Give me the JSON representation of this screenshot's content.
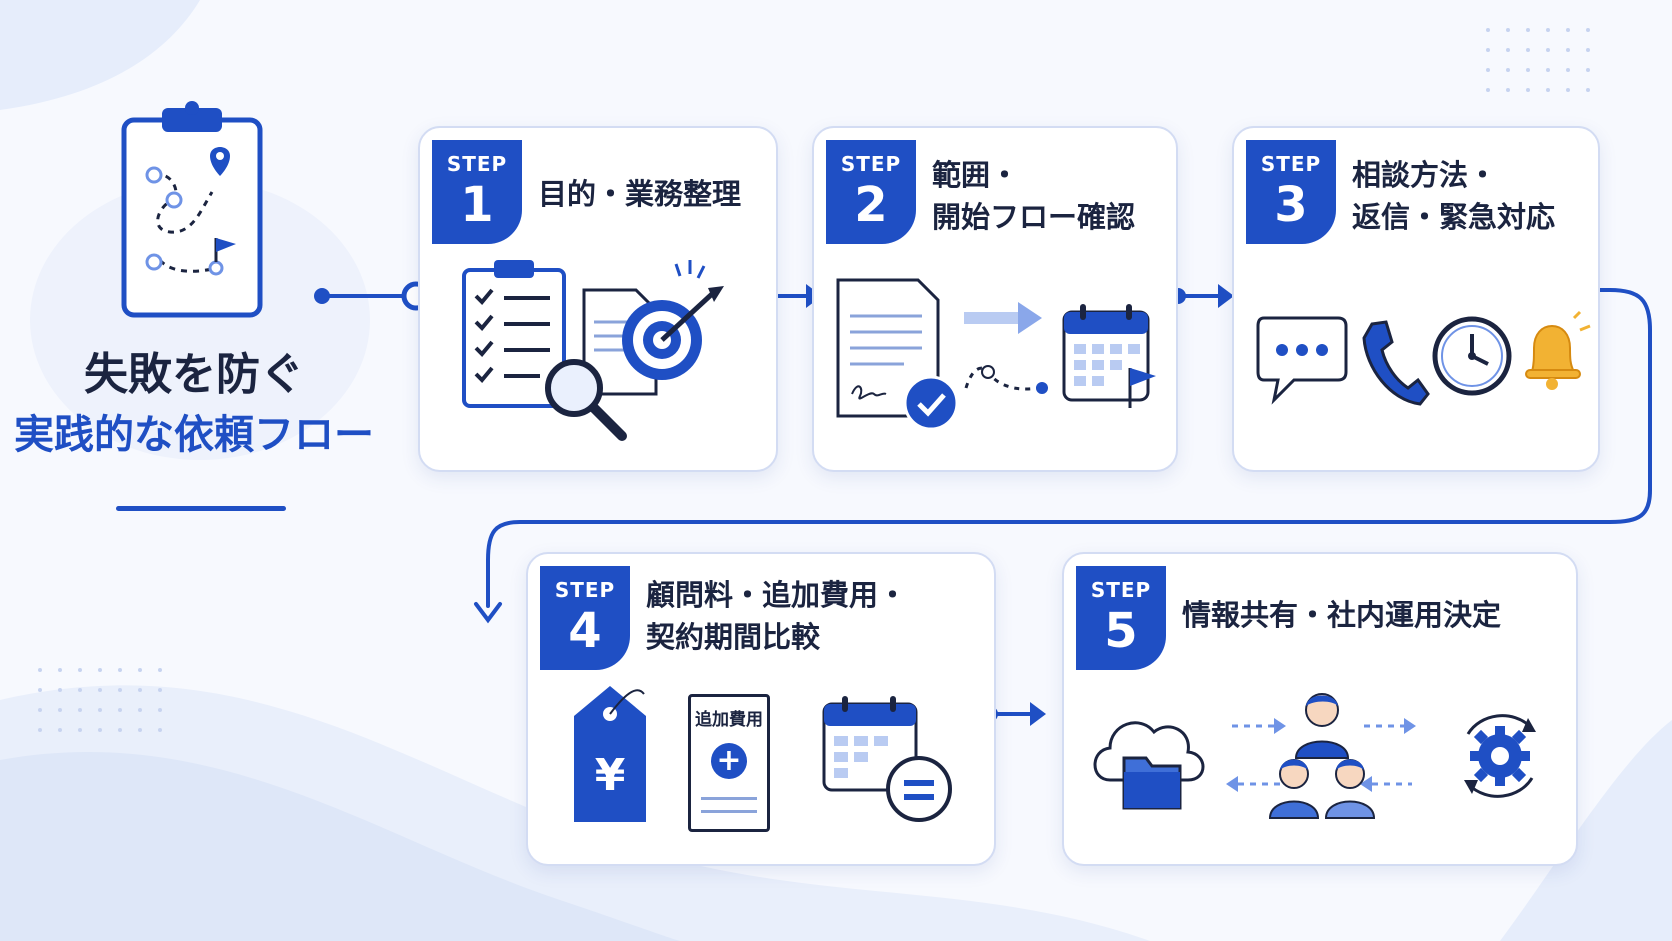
{
  "main_title": {
    "line1": "失敗を防ぐ",
    "line2": "実践的な依頼フロー"
  },
  "colors": {
    "accent": "#1f4fc4",
    "accent_light": "#6f93e6",
    "text": "#1b2440",
    "bell": "#f2b233",
    "bg": "#f7f9fe"
  },
  "steps": [
    {
      "label": "STEP",
      "number": "1",
      "title_lines": [
        "目的・業務整理"
      ],
      "icons": [
        "checklist-clipboard-icon",
        "document-icon",
        "magnifier-icon",
        "target-icon"
      ]
    },
    {
      "label": "STEP",
      "number": "2",
      "title_lines": [
        "範囲・",
        "開始フロー確認"
      ],
      "icons": [
        "signed-contract-icon",
        "check-icon",
        "arrow-icon",
        "calendar-icon",
        "flag-icon"
      ]
    },
    {
      "label": "STEP",
      "number": "3",
      "title_lines": [
        "相談方法・",
        "返信・緊急対応"
      ],
      "icons": [
        "chat-bubble-icon",
        "phone-icon",
        "clock-icon",
        "bell-icon"
      ]
    },
    {
      "label": "STEP",
      "number": "4",
      "title_lines": [
        "顧問料・追加費用・",
        "契約期間比較"
      ],
      "icons": [
        "price-tag-icon",
        "fee-sheet-icon",
        "calendar-icon",
        "equals-icon"
      ],
      "fee_sheet_label": "追加費用",
      "yen_symbol": "¥"
    },
    {
      "label": "STEP",
      "number": "5",
      "title_lines": [
        "情報共有・社内運用決定"
      ],
      "icons": [
        "cloud-folder-icon",
        "people-icon",
        "gear-cycle-icon"
      ]
    }
  ]
}
